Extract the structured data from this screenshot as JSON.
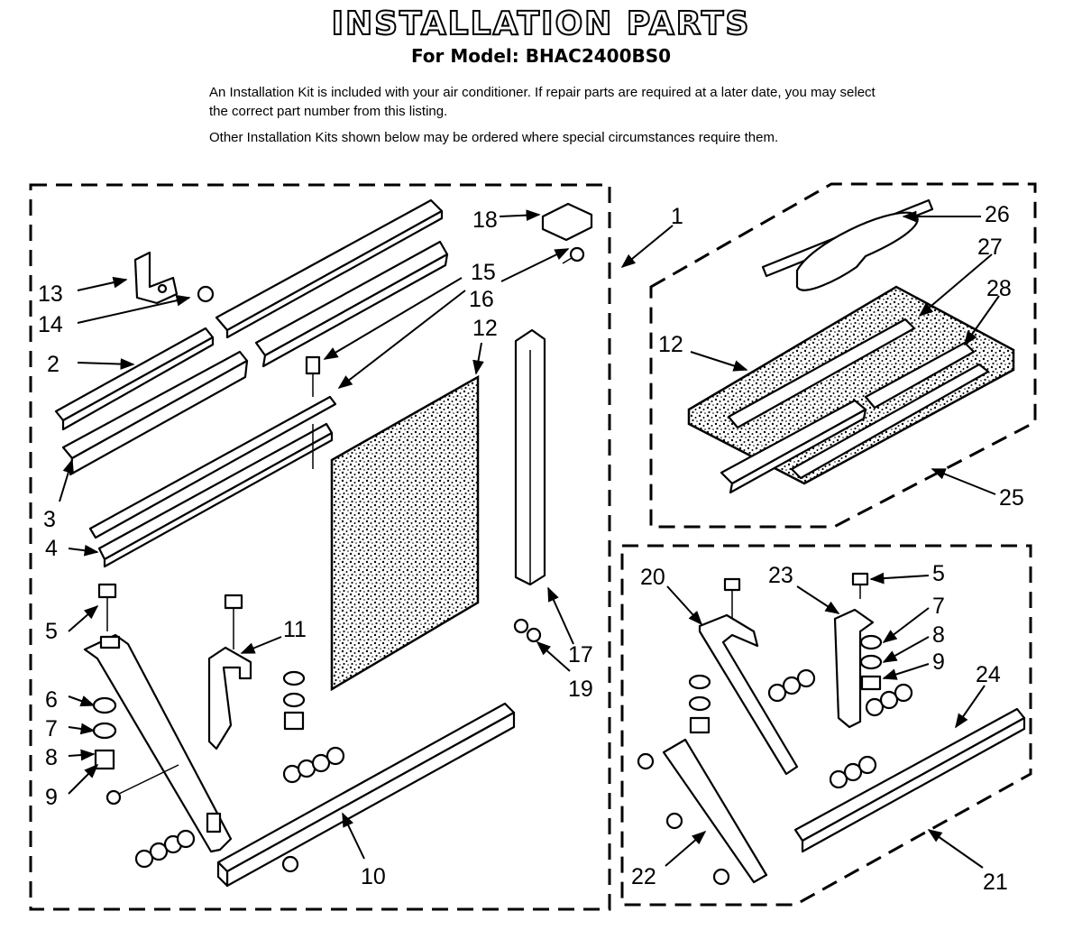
{
  "header": {
    "title": "INSTALLATION PARTS",
    "model_line": "For Model: BHAC2400BS0",
    "note_1": "An Installation Kit is included with your air conditioner. If repair parts are required at a later date, you may select the correct part number from this listing.",
    "note_2": "Other Installation Kits shown below may be ordered where special circumstances require them."
  },
  "callouts": {
    "main_kit": [
      "1",
      "2",
      "3",
      "4",
      "5",
      "6",
      "7",
      "8",
      "9",
      "10",
      "11",
      "12",
      "13",
      "14",
      "15",
      "16",
      "17",
      "18",
      "19"
    ],
    "kit_25": [
      "12",
      "25",
      "26",
      "27",
      "28"
    ],
    "kit_20": [
      "5",
      "7",
      "8",
      "9",
      "20",
      "21",
      "22",
      "23",
      "24"
    ]
  }
}
